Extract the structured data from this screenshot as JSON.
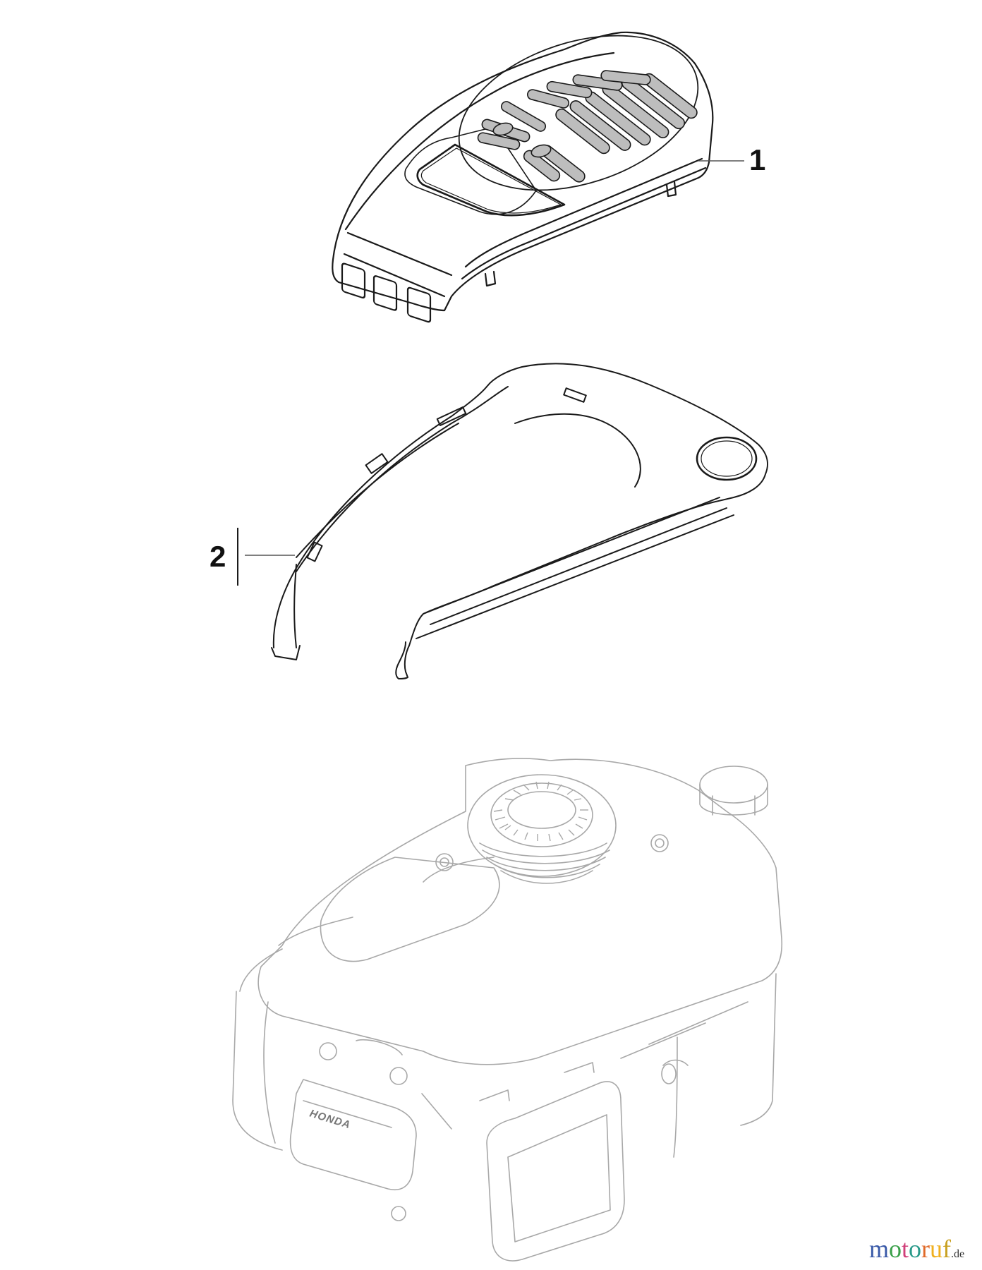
{
  "diagram": {
    "type": "exploded parts diagram",
    "parts": [
      {
        "number": "1",
        "name": "engine top cover (grille cover)"
      },
      {
        "number": "2",
        "name": "shroud / cover frame"
      }
    ],
    "reference_component": {
      "name": "engine",
      "brand_marking": "HONDA"
    }
  },
  "labels": {
    "part1": "1",
    "part2": "2"
  },
  "engine": {
    "brand": "HONDA"
  },
  "watermark": {
    "letters": [
      {
        "char": "m",
        "color": "#3a5aa8"
      },
      {
        "char": "o",
        "color": "#3aa04a"
      },
      {
        "char": "t",
        "color": "#d0407a"
      },
      {
        "char": "o",
        "color": "#2a9a8a"
      },
      {
        "char": "r",
        "color": "#e06a2a"
      },
      {
        "char": "u",
        "color": "#f0b020"
      },
      {
        "char": "f",
        "color": "#c8a020"
      }
    ],
    "text": "motoruf",
    "tld": ".de"
  }
}
